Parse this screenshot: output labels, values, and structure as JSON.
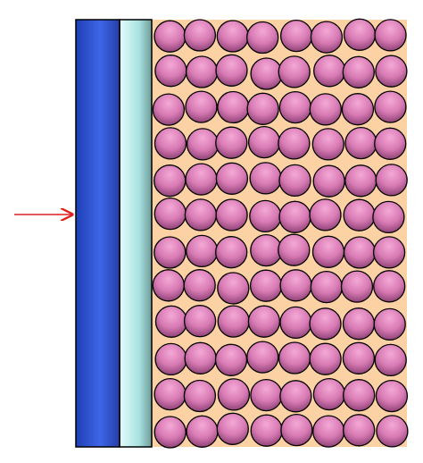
{
  "diagram": {
    "type": "layered-structure",
    "components": [
      {
        "name": "blue-layer",
        "color": "#2747c8"
      },
      {
        "name": "cyan-layer",
        "color": "#b9ecec"
      },
      {
        "name": "particle-layer-background",
        "color": "#fcd2a4"
      },
      {
        "name": "particles",
        "color": "#d87ab4",
        "shape": "sphere",
        "rows": 12,
        "columns": 8
      }
    ],
    "arrow": {
      "color": "#e02020",
      "icon": "right-arrow-icon"
    }
  }
}
